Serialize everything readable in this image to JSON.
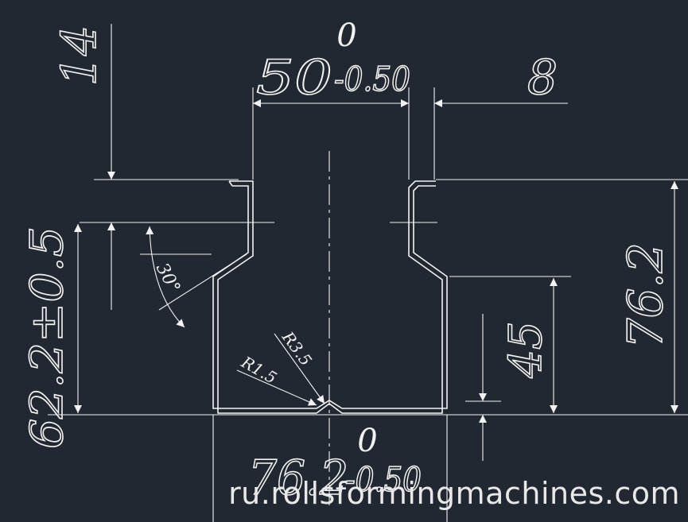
{
  "drawing": {
    "top_width_tol_upper": "0",
    "top_width": "50",
    "top_width_tol_lower": "-0.50",
    "flange": "8",
    "left_step": "14",
    "height_tol": "62.2±0.5",
    "total_height": "76.2",
    "inner_height": "45",
    "angle": "30°",
    "radius_large": "R3.5",
    "radius_small": "R1.5",
    "bottom_width": "76.2",
    "bottom_tol_upper": "0",
    "bottom_tol_lower": "-0.50"
  },
  "watermark": "ru.rollsformingmachines.com",
  "colors": {
    "background": "#222831",
    "lines": "#f2f2f2"
  }
}
